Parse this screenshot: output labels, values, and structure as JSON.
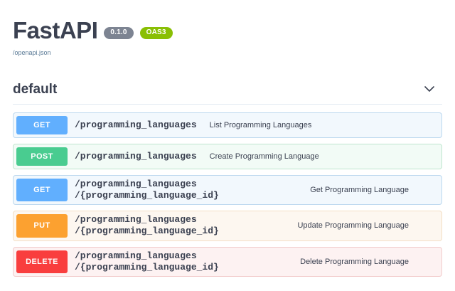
{
  "info": {
    "title": "FastAPI",
    "version_badge": "0.1.0",
    "spec_badge": "OAS3",
    "spec_url": "/openapi.json"
  },
  "tag": {
    "name": "default",
    "toggle_icon": "chevron-down-icon"
  },
  "operations": [
    {
      "method": "GET",
      "path_lines": [
        "/programming_languages"
      ],
      "summary": "List Programming Languages",
      "theme": "get",
      "two_line": false
    },
    {
      "method": "POST",
      "path_lines": [
        "/programming_languages"
      ],
      "summary": "Create Programming Language",
      "theme": "post",
      "two_line": false
    },
    {
      "method": "GET",
      "path_lines": [
        "/programming_languages",
        "/{programming_language_id}"
      ],
      "summary": "Get Programming Language",
      "theme": "get",
      "two_line": true
    },
    {
      "method": "PUT",
      "path_lines": [
        "/programming_languages",
        "/{programming_language_id}"
      ],
      "summary": "Update Programming Language",
      "theme": "put",
      "two_line": true
    },
    {
      "method": "DELETE",
      "path_lines": [
        "/programming_languages",
        "/{programming_language_id}"
      ],
      "summary": "Delete Programming Language",
      "theme": "delete",
      "two_line": true
    }
  ],
  "colors": {
    "get": "#61affe",
    "post": "#49cc90",
    "put": "#fca130",
    "delete": "#f93e3e",
    "oas_badge": "#89bf04",
    "version_badge": "#7d8492",
    "text": "#3b4151"
  }
}
